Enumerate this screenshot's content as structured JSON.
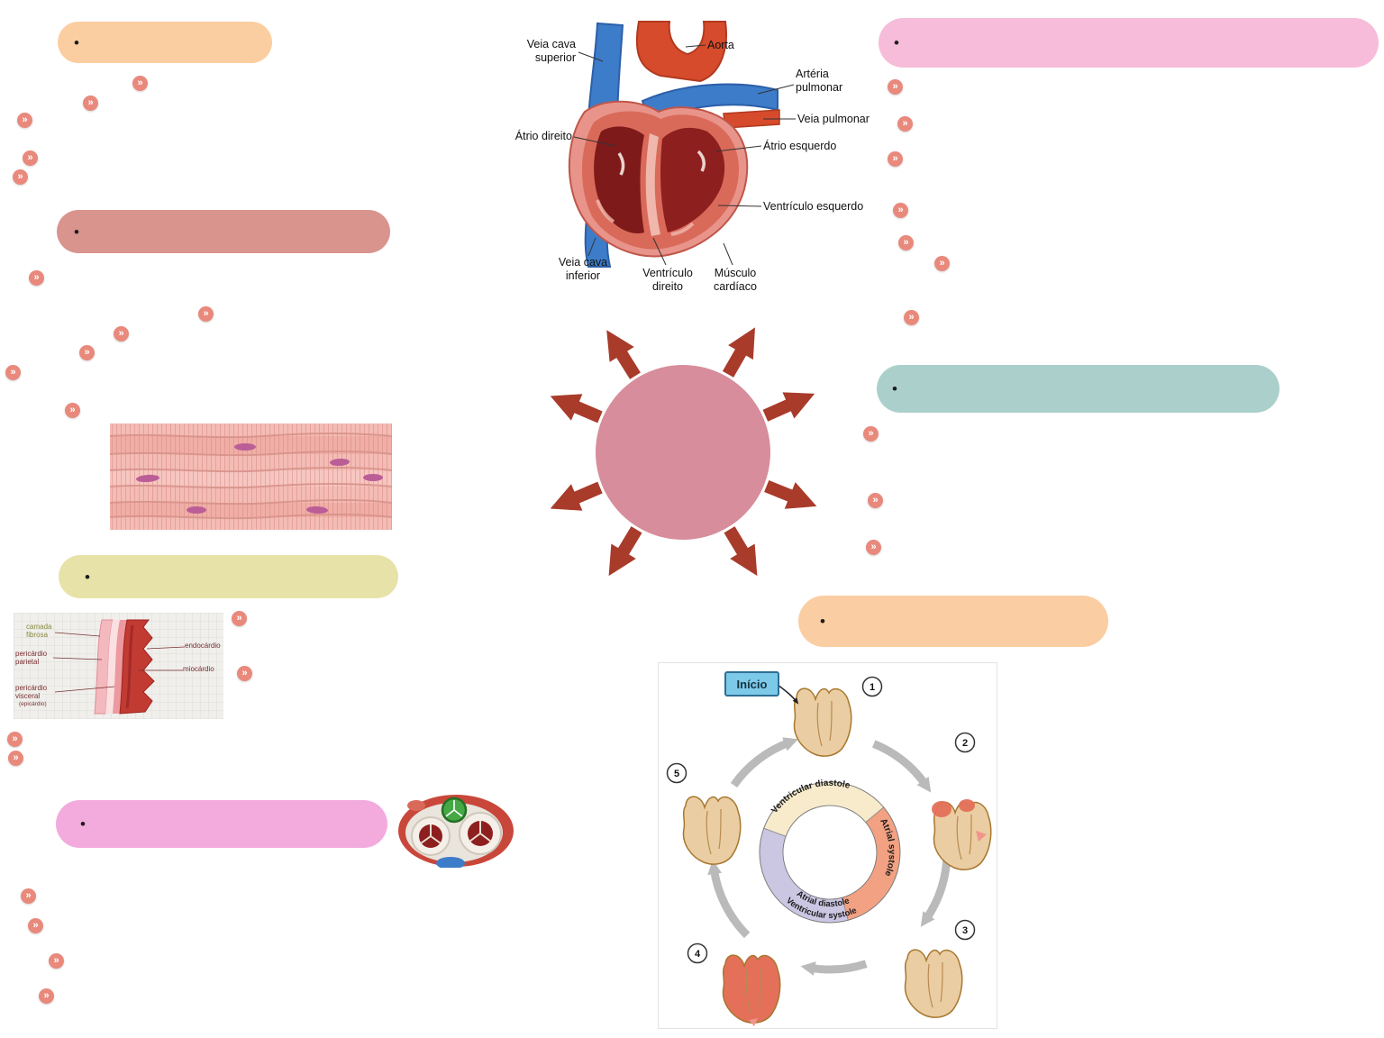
{
  "icons": {
    "chevron": "»",
    "bullet": "•"
  },
  "colors": {
    "badge": "#E9897C",
    "arrow": "#A93B2B",
    "center_circle": "#D78D9B"
  },
  "pills": {
    "top_left": {
      "color": "#FBCEA1"
    },
    "salmon": {
      "color": "#D9948D"
    },
    "yellow": {
      "color": "#E7E2A8"
    },
    "magenta": {
      "color": "#F2ABDC"
    },
    "top_right": {
      "color": "#F6BCD9"
    },
    "teal": {
      "color": "#ABD0CC"
    },
    "bottom_orange": {
      "color": "#FBCDA2"
    }
  },
  "heart_diagram": {
    "labels": {
      "veia_cava_superior": "Veia cava\nsuperior",
      "aorta": "Aorta",
      "arteria_pulmonar": "Artéria\npulmonar",
      "veia_pulmonar": "Veia pulmonar",
      "atrio_direito": "Átrio direito",
      "atrio_esquerdo": "Átrio esquerdo",
      "ventriculo_esquerdo": "Ventrículo esquerdo",
      "veia_cava_inferior": "Veia cava\ninferior",
      "ventriculo_direito": "Ventrículo\ndireito",
      "musculo_cardiaco": "Músculo\ncardíaco"
    }
  },
  "wall_diagram": {
    "labels": {
      "camada_fibrosa": "camada\nfibrosa",
      "pericardio_parietal": "pericárdio\nparietal",
      "pericardio_visceral": "pericárdio\nvisceral",
      "epicardio": "(epicárdio)",
      "endocardio": "endocárdio",
      "miocardio": "miocárdio"
    }
  },
  "cycle_diagram": {
    "start_label": "Início",
    "steps": [
      "1",
      "2",
      "3",
      "4",
      "5"
    ],
    "phases": {
      "ventricular_diastole": "Ventricular diastole",
      "atrial_systole": "Atrial systole",
      "atrial_diastole": "Atrial diastole",
      "ventricular_systole": "Ventricular systole"
    },
    "colors": {
      "diastole_segment": "#F7EBCB",
      "atrial_systole_segment": "#F2A183",
      "systole_segment": "#CBC6E2",
      "heart_tan": "#EACDA2",
      "heart_red": "#E4705A"
    }
  }
}
